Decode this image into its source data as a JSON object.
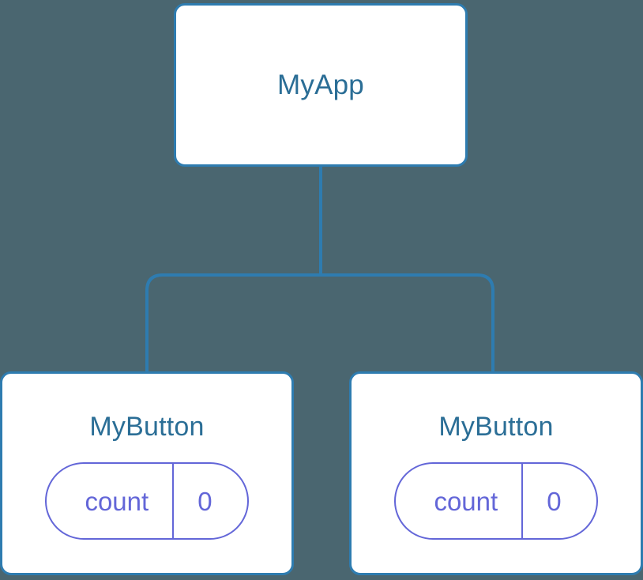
{
  "diagram": {
    "type": "component-tree",
    "background_color": "#4a6670",
    "edge_color": "#2e7cb0",
    "node_border_color": "#2e7cb0",
    "node_fill_color": "#ffffff",
    "node_title_color": "#2b6e96",
    "state_pill_color": "#6366d8"
  },
  "root": {
    "label": "MyApp"
  },
  "children": [
    {
      "label": "MyButton",
      "state": {
        "key": "count",
        "value": "0"
      }
    },
    {
      "label": "MyButton",
      "state": {
        "key": "count",
        "value": "0"
      }
    }
  ]
}
